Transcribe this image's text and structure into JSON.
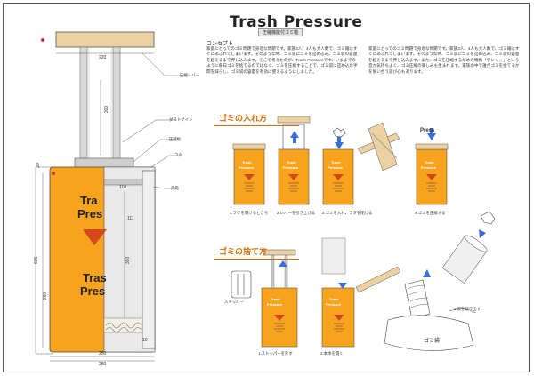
{
  "title": "Trash Pressure",
  "subtitle": "圧縮機能付ゴミ箱",
  "concept_heading": "コンセプト",
  "concept_paragraph": "家庭にとってのゴミ問題で身近な問題です。家族3人、4人も大人数で、ゴミ箱はすぐにあふれてしまいます。そのような時、ゴミ袋にゴミを詰め込み、ゴミ袋の容量を超えるまで押し込みます。そこで考えたのが、Trash Pressureです。いままでのように毎日ゴミを捨てるのではなく、ゴミを圧縮することで、ゴミ袋に詰め込む手間を減らし、ゴミ袋の容量を有効に使えるようにしました。",
  "concept_paragraph_2": "家庭にとってのゴミ問題で身近な問題です。家族3人、4人も大人数で、ゴミ箱はすぐにあふれてしまいます。そのような時、ゴミ袋にゴミを詰め込み、ゴミ袋の容量を超えるまで押し込みます。また、ゴミを圧縮するための機構「ゲシャッ」という音が気持ちよく、ゴミ圧縮の楽しみも生まれます。家族の中で誰がゴミを捨てるかを競い合う遊び心もあります。",
  "section_in": "ゴミの入れ方",
  "section_out": "ゴミの捨て方",
  "press_label": "Press",
  "can_text_1": "Trash",
  "can_text_2": "Pressure",
  "big_text_1": "Tra",
  "big_text_2": "Pres",
  "big_text_3": "Tras",
  "big_text_4": "Pres",
  "captions_in": [
    "1.フタを開けるところ",
    "2.レバーを引き上げる",
    "3.ゴミを入れ、フタを閉じる",
    "4.ゴミを圧縮する"
  ],
  "captions_out": [
    "1.ストッパーを外す",
    "2.本体を開く",
    "3.袋を取り出す"
  ],
  "bag_label": "ゴミ袋",
  "side_labels": [
    "圧縮レバー",
    "ダストサイン",
    "圧縮板",
    "フタ",
    "外箱"
  ],
  "left_label": "ストッパー",
  "dims": {
    "d220": "220",
    "d300": "300",
    "d20": "20",
    "d110": "110",
    "d111": "111",
    "d380": "380",
    "d260": "260",
    "d605": "605",
    "d10": "10",
    "d280": "280",
    "d250": "250"
  },
  "colors": {
    "can": "#f7a31e",
    "accent": "#d26b00",
    "arrow": "#d6481c",
    "blue": "#3a6fd8",
    "wood": "#e8c99a"
  }
}
